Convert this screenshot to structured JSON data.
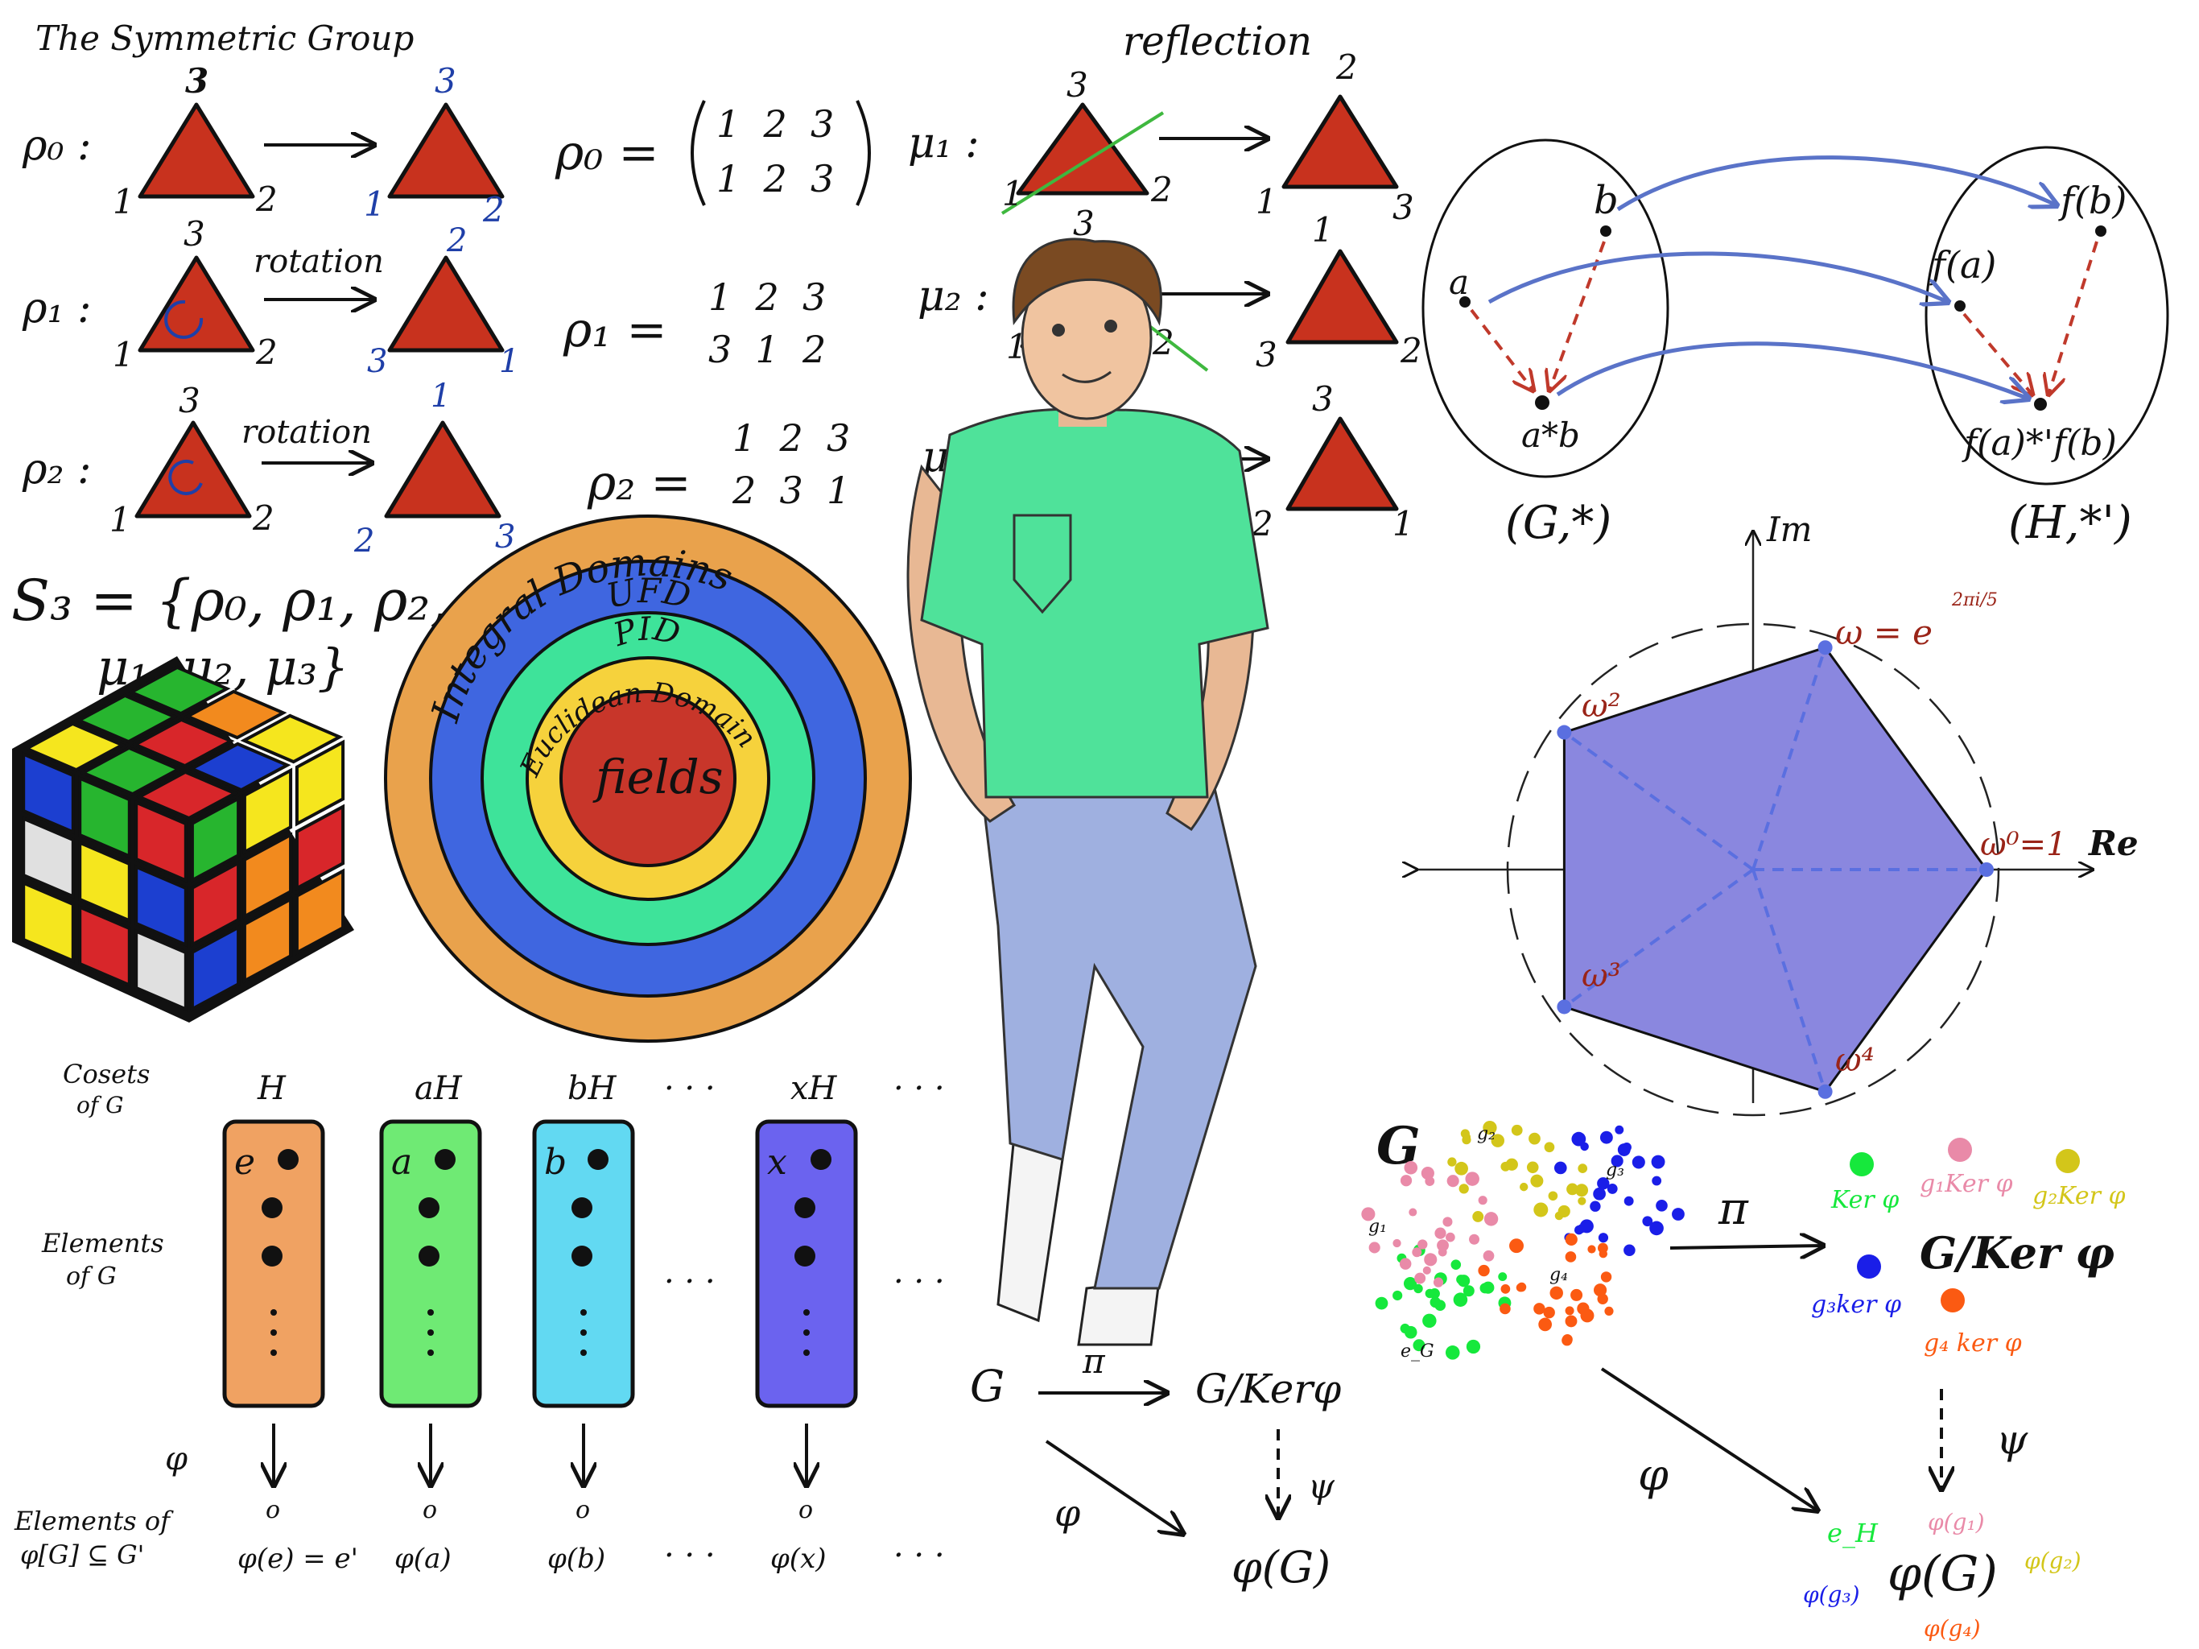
{
  "title": "The Symmetric Group",
  "colors": {
    "triangle": "#c8321e",
    "reflection_line": "#3fb83f",
    "map_arrow": "#5a73c8",
    "dashed_arrow": "#c0392b",
    "pentagon": "#8a87df",
    "pentagon_vertex": "#5a6fe0"
  },
  "rotations": [
    {
      "label": "ρ₀ :",
      "arrow_label": "",
      "from": {
        "top": "3",
        "left": "1",
        "right": "2"
      },
      "to": {
        "top": "3",
        "left": "1",
        "right": "2"
      },
      "matrix_name": "ρ₀ =",
      "matrix_top": "1  2  3",
      "matrix_bottom": "1  2  3"
    },
    {
      "label": "ρ₁ :",
      "arrow_label": "rotation",
      "from": {
        "top": "3",
        "left": "1",
        "right": "2"
      },
      "to": {
        "top": "2",
        "left": "3",
        "right": "1"
      },
      "matrix_name": "ρ₁ =",
      "matrix_top": "1  2  3",
      "matrix_bottom": "3  1  2"
    },
    {
      "label": "ρ₂ :",
      "arrow_label": "rotation",
      "from": {
        "top": "3",
        "left": "1",
        "right": "2"
      },
      "to": {
        "top": "1",
        "left": "2",
        "right": "3"
      },
      "matrix_name": "ρ₂ =",
      "matrix_top": "1  2  3",
      "matrix_bottom": "2  3  1"
    }
  ],
  "reflections": [
    {
      "label": "μ₁ :",
      "arrow_label": "reflection",
      "from": {
        "top": "3",
        "left": "1",
        "right": "2"
      },
      "to": {
        "top": "2",
        "left": "1",
        "right": "3"
      }
    },
    {
      "label": "μ₂ :",
      "from": {
        "top": "3",
        "left": "1",
        "right": "2"
      },
      "to": {
        "top": "1",
        "left": "3",
        "right": "2"
      }
    },
    {
      "label": "μ₃",
      "to": {
        "top": "3",
        "left": "2",
        "right": "1"
      }
    }
  ],
  "s3": {
    "line1": "S₃ = {ρ₀, ρ₁, ρ₂,",
    "line2": "μ₁, μ₂, μ₃}"
  },
  "homomorphism": {
    "domain": {
      "label": "(G,*)",
      "a": "a",
      "b": "b",
      "ab": "a*b"
    },
    "codomain": {
      "label": "(H,*')",
      "fa": "f(a)",
      "fb": "f(b)",
      "fab": "f(a)*'f(b)"
    }
  },
  "complex_plane": {
    "axis_im": "Im",
    "axis_re": "Re",
    "omega_def": "ω = e",
    "omega_exp": "2πi/5",
    "omega0": "ω⁰=1",
    "omega2": "ω²",
    "omega3": "ω³",
    "omega4": "ω⁴",
    "n": 5
  },
  "rings": {
    "integral": "Integral Domains",
    "ufd": "UFD",
    "pid": "PID",
    "euclidean": "Euclidean Domain",
    "fields": "fields",
    "colors": [
      "#e9a24c",
      "#3f66e0",
      "#3ee39a",
      "#f6d23c",
      "#c8362a"
    ]
  },
  "cosets": {
    "title_line1": "Cosets",
    "title_line2": "of G",
    "rows_line1": "Elements",
    "rows_line2": "of G",
    "image_line1": "Elements of",
    "image_line2": "φ[G] ⊆ G'",
    "map_label": "φ",
    "columns": [
      {
        "header": "H",
        "first": "e",
        "color": "#f0a262",
        "image": "φ(e) = e'"
      },
      {
        "header": "aH",
        "first": "a",
        "color": "#6fea74",
        "image": "φ(a)"
      },
      {
        "header": "bH",
        "first": "b",
        "color": "#62d9f2",
        "image": "φ(b)"
      },
      {
        "header": "xH",
        "first": "x",
        "color": "#6b63ef",
        "image": "φ(x)"
      }
    ],
    "ellipsis": "· · ·",
    "image_point": "o"
  },
  "small_diagram": {
    "g": "G",
    "pi": "π",
    "quotient": "G/Kerφ",
    "phi": "φ",
    "psi": "ψ",
    "image": "φ(G)"
  },
  "quotient_diagram": {
    "g": "G",
    "g1": "g₁",
    "g2": "g₂",
    "g3": "g₃",
    "g4": "g₄",
    "eg": "e_G",
    "pi": "π",
    "quotient": "G/Ker φ",
    "phi": "φ",
    "psi": "ψ",
    "cosets": [
      {
        "label": "Ker φ",
        "color": "#16e83c"
      },
      {
        "label": "g₁Ker φ",
        "color": "#e98aa8"
      },
      {
        "label": "g₂Ker φ",
        "color": "#d3c61a"
      },
      {
        "label": "g₃ker φ",
        "color": "#1a1ee8"
      },
      {
        "label": "g₄ ker φ",
        "color": "#fb5a12"
      }
    ],
    "image": "φ(G)",
    "eh": "e_H",
    "phig1": "φ(g₁)",
    "phig2": "φ(g₂)",
    "phig3": "φ(g₃)",
    "phig4": "φ(g₄)"
  }
}
